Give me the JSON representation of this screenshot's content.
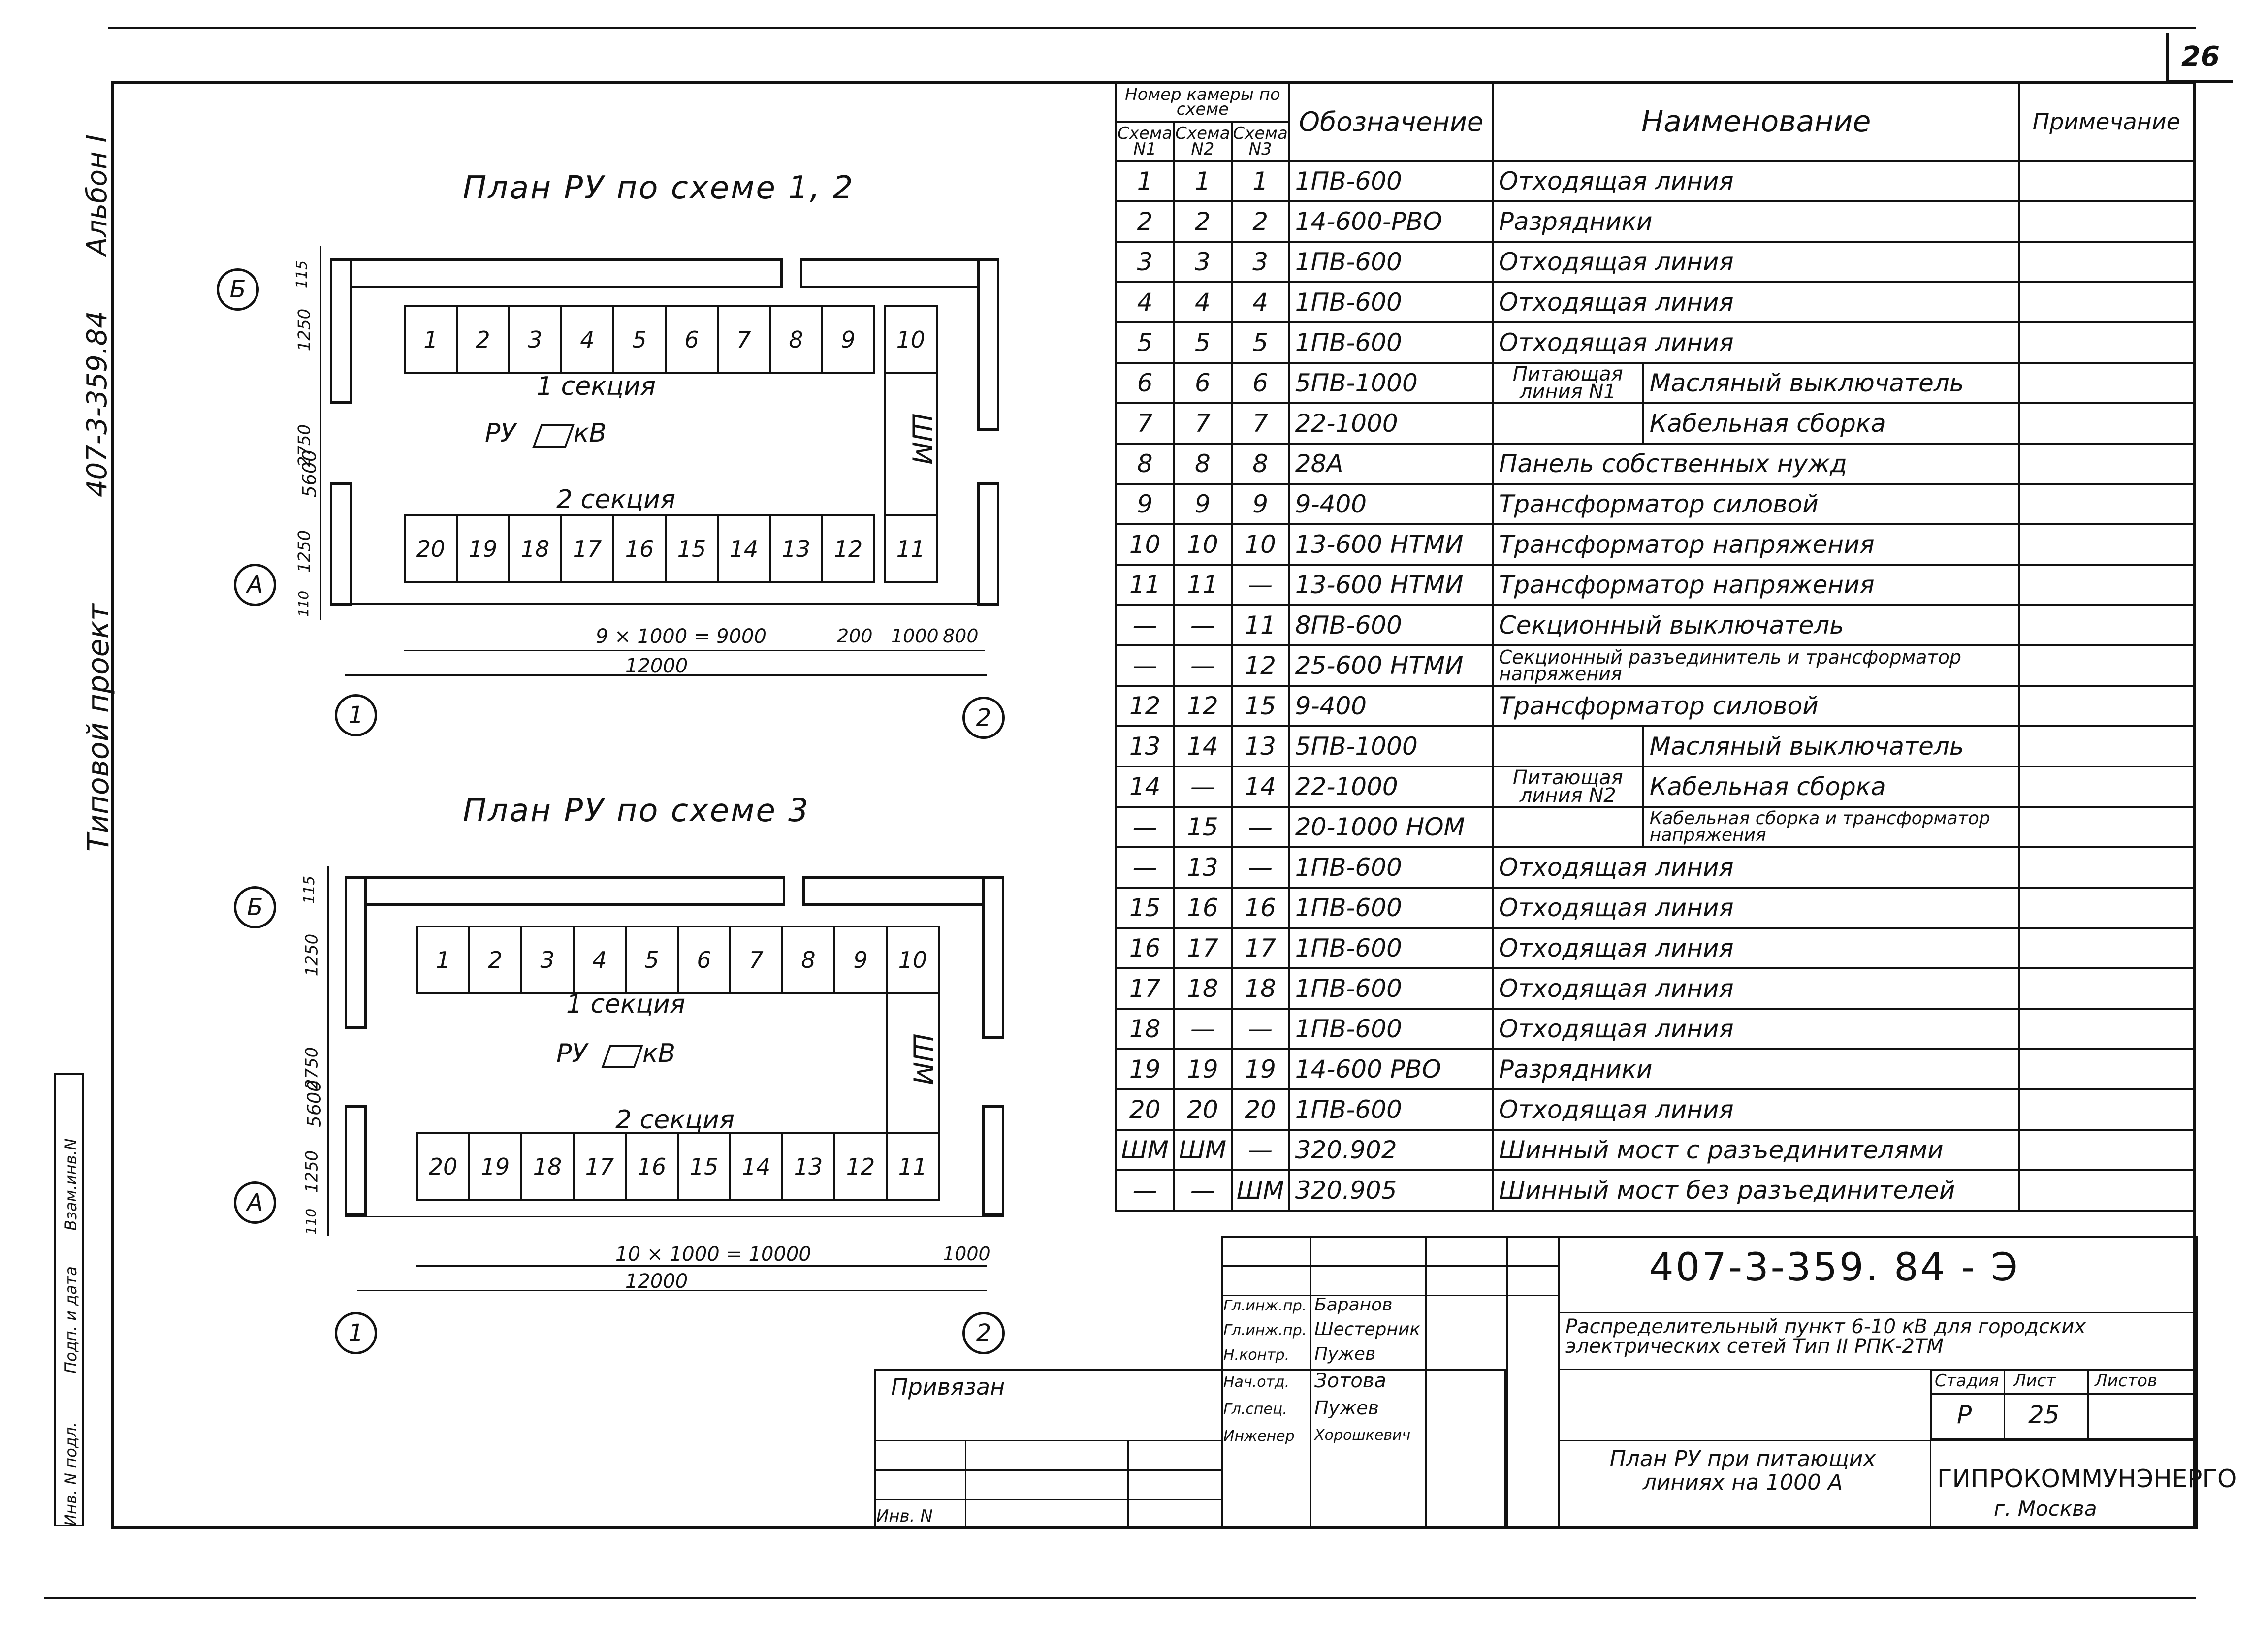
{
  "sheet_number": "26",
  "side_labels": {
    "album": "Альбон I",
    "code": "407-3-359.84",
    "project": "Типовой проект",
    "stamp1": "Взам.инв.N",
    "stamp2": "Подп. и дата",
    "stamp3": "Инв. N подл."
  },
  "plan1": {
    "title": "План РУ по схеме 1, 2",
    "section1": "1 секция",
    "section2": "2 секция",
    "ru": "РУ",
    "kv": "кВ",
    "shm": "ШМ",
    "top_cells": [
      "1",
      "2",
      "3",
      "4",
      "5",
      "6",
      "7",
      "8",
      "9",
      "10"
    ],
    "bottom_cells": [
      "20",
      "19",
      "18",
      "17",
      "16",
      "15",
      "14",
      "13",
      "12",
      "11"
    ],
    "axis_b": "Б",
    "axis_a": "А",
    "axis_1": "1",
    "axis_2": "2",
    "dim_height": "5600",
    "dim_115": "115",
    "dim_1250_top": "1250",
    "dim_2750": "2750",
    "dim_1250_bot": "1250",
    "dim_110": "110",
    "dim_row": "9 × 1000 = 9000",
    "dim_200": "200",
    "dim_1000": "1000",
    "dim_800": "800",
    "dim_total": "12000"
  },
  "plan2": {
    "title": "План РУ по схеме 3",
    "section1": "1 секция",
    "section2": "2 секция",
    "ru": "РУ",
    "kv": "кВ",
    "shm": "ШМ",
    "top_cells": [
      "1",
      "2",
      "3",
      "4",
      "5",
      "6",
      "7",
      "8",
      "9",
      "10"
    ],
    "bottom_cells": [
      "20",
      "19",
      "18",
      "17",
      "16",
      "15",
      "14",
      "13",
      "12",
      "11"
    ],
    "axis_b": "Б",
    "axis_a": "А",
    "axis_1": "1",
    "axis_2": "2",
    "dim_height": "5600",
    "dim_115": "115",
    "dim_1250_top": "1250",
    "dim_2750": "2750",
    "dim_1250_bot": "1250",
    "dim_110": "110",
    "dim_row": "10 × 1000 = 10000",
    "dim_1000": "1000",
    "dim_total": "12000"
  },
  "table": {
    "header_group": "Номер камеры по схеме",
    "h_s1": "Схема N1",
    "h_s2": "Схема N2",
    "h_s3": "Схема N3",
    "h_obo": "Обозначение",
    "h_name": "Наименование",
    "h_note": "Примечание",
    "feed1": "Питающая линия N1",
    "feed2": "Питающая линия N2",
    "rows": [
      {
        "s1": "1",
        "s2": "1",
        "s3": "1",
        "obo": "1ПВ-600",
        "name": "Отходящая линия"
      },
      {
        "s1": "2",
        "s2": "2",
        "s3": "2",
        "obo": "14-600-РВО",
        "name": "Разрядники"
      },
      {
        "s1": "3",
        "s2": "3",
        "s3": "3",
        "obo": "1ПВ-600",
        "name": "Отходящая линия"
      },
      {
        "s1": "4",
        "s2": "4",
        "s3": "4",
        "obo": "1ПВ-600",
        "name": "Отходящая линия"
      },
      {
        "s1": "5",
        "s2": "5",
        "s3": "5",
        "obo": "1ПВ-600",
        "name": "Отходящая линия"
      },
      {
        "s1": "6",
        "s2": "6",
        "s3": "6",
        "obo": "5ПВ-1000",
        "name": "Масляный выключатель"
      },
      {
        "s1": "7",
        "s2": "7",
        "s3": "7",
        "obo": "22-1000",
        "name": "Кабельная сборка"
      },
      {
        "s1": "8",
        "s2": "8",
        "s3": "8",
        "obo": "28А",
        "name": "Панель собственных нужд"
      },
      {
        "s1": "9",
        "s2": "9",
        "s3": "9",
        "obo": "9-400",
        "name": "Трансформатор силовой"
      },
      {
        "s1": "10",
        "s2": "10",
        "s3": "10",
        "obo": "13-600 НТМИ",
        "name": "Трансформатор напряжения"
      },
      {
        "s1": "11",
        "s2": "11",
        "s3": "—",
        "obo": "13-600 НТМИ",
        "name": "Трансформатор напряжения"
      },
      {
        "s1": "—",
        "s2": "—",
        "s3": "11",
        "obo": "8ПВ-600",
        "name": "Секционный выключатель"
      },
      {
        "s1": "—",
        "s2": "—",
        "s3": "12",
        "obo": "25-600 НТМИ",
        "name": "Секционный разъединитель и трансформатор напряжения"
      },
      {
        "s1": "12",
        "s2": "12",
        "s3": "15",
        "obo": "9-400",
        "name": "Трансформатор силовой"
      },
      {
        "s1": "13",
        "s2": "14",
        "s3": "13",
        "obo": "5ПВ-1000",
        "name": "Масляный выключатель"
      },
      {
        "s1": "14",
        "s2": "—",
        "s3": "14",
        "obo": "22-1000",
        "name": "Кабельная сборка"
      },
      {
        "s1": "—",
        "s2": "15",
        "s3": "—",
        "obo": "20-1000 НОМ",
        "name": "Кабельная сборка и трансформатор напряжения"
      },
      {
        "s1": "—",
        "s2": "13",
        "s3": "—",
        "obo": "1ПВ-600",
        "name": "Отходящая линия"
      },
      {
        "s1": "15",
        "s2": "16",
        "s3": "16",
        "obo": "1ПВ-600",
        "name": "Отходящая линия"
      },
      {
        "s1": "16",
        "s2": "17",
        "s3": "17",
        "obo": "1ПВ-600",
        "name": "Отходящая линия"
      },
      {
        "s1": "17",
        "s2": "18",
        "s3": "18",
        "obo": "1ПВ-600",
        "name": "Отходящая линия"
      },
      {
        "s1": "18",
        "s2": "—",
        "s3": "—",
        "obo": "1ПВ-600",
        "name": "Отходящая линия"
      },
      {
        "s1": "19",
        "s2": "19",
        "s3": "19",
        "obo": "14-600 РВО",
        "name": "Разрядники"
      },
      {
        "s1": "20",
        "s2": "20",
        "s3": "20",
        "obo": "1ПВ-600",
        "name": "Отходящая линия"
      },
      {
        "s1": "ШМ",
        "s2": "ШМ",
        "s3": "—",
        "obo": "320.902",
        "name": "Шинный мост с разъединителями"
      },
      {
        "s1": "—",
        "s2": "—",
        "s3": "ШМ",
        "obo": "320.905",
        "name": "Шинный мост без разъединителей"
      }
    ]
  },
  "title_block": {
    "doc_code": "407-3-359. 84 - Э",
    "description": "Распределительный пункт 6-10 кВ для городских электрических сетей Тип II РПК-2ТМ",
    "stage_label": "Стадия",
    "sheet_label": "Лист",
    "sheets_label": "Листов",
    "stage": "Р",
    "sheet": "25",
    "sheet_title": "План РУ при питающих линиях на 1000 А",
    "org": "ГИПРОКОММУНЭНЕРГО",
    "city": "г. Москва",
    "privyazan": "Привязан",
    "inv": "Инв. N",
    "roles": [
      "Гл.инж.пр.",
      "Гл.инж.пр.",
      "Н.контр.",
      "Нач.отд.",
      "Гл.спец.",
      "Инженер"
    ],
    "names": [
      "Баранов",
      "Шестерник",
      "Пужев",
      "Зотова",
      "Пужев",
      "Хорошкевич"
    ]
  }
}
